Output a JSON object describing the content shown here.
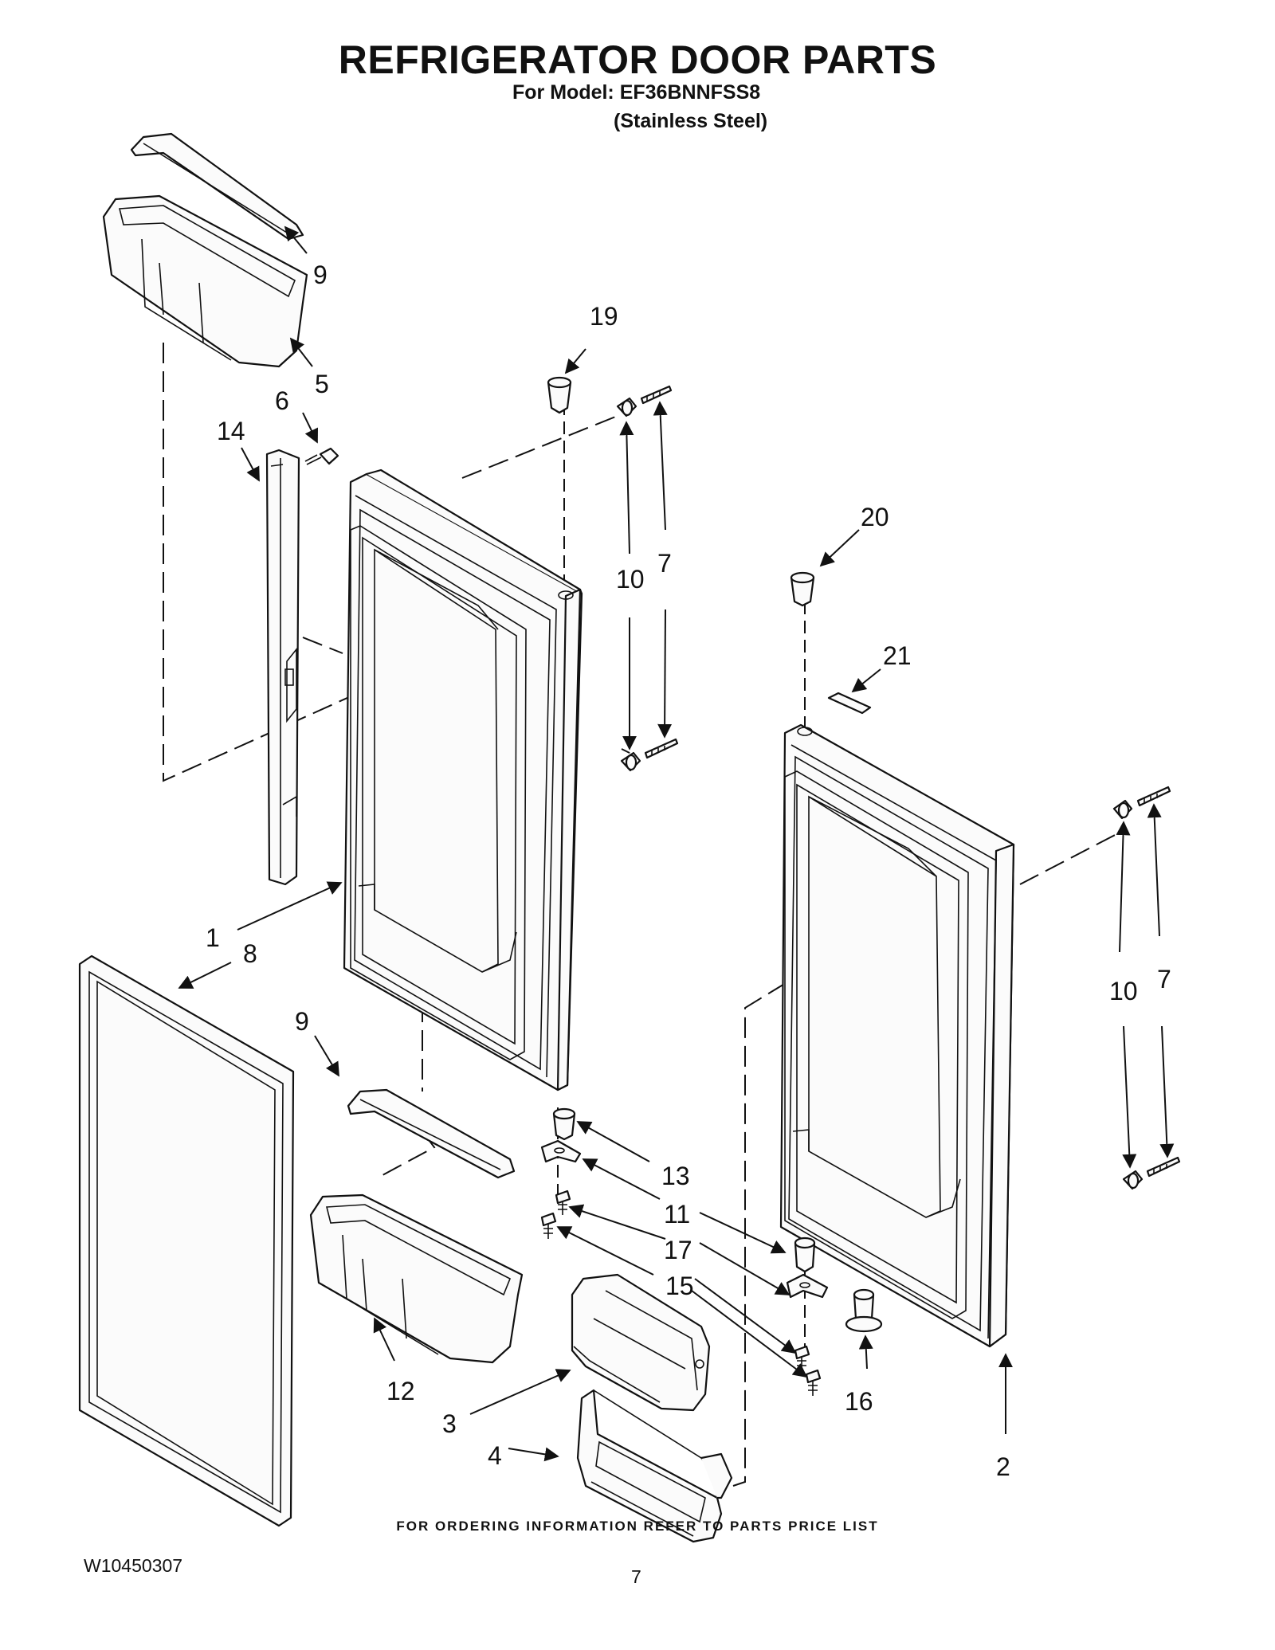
{
  "header": {
    "title": "REFRIGERATOR DOOR PARTS",
    "model_line": "For Model: EF36BNNFSS8",
    "finish_line": "(Stainless Steel)"
  },
  "callouts": [
    "9",
    "5",
    "6",
    "14",
    "19",
    "10",
    "7",
    "20",
    "21",
    "1",
    "8",
    "9",
    "10",
    "7",
    "13",
    "11",
    "17",
    "15",
    "12",
    "3",
    "4",
    "16",
    "2"
  ],
  "footer": {
    "ordering_note": "FOR ORDERING INFORMATION REFER TO PARTS PRICE LIST",
    "document_number": "W10450307",
    "page_number": "7"
  }
}
